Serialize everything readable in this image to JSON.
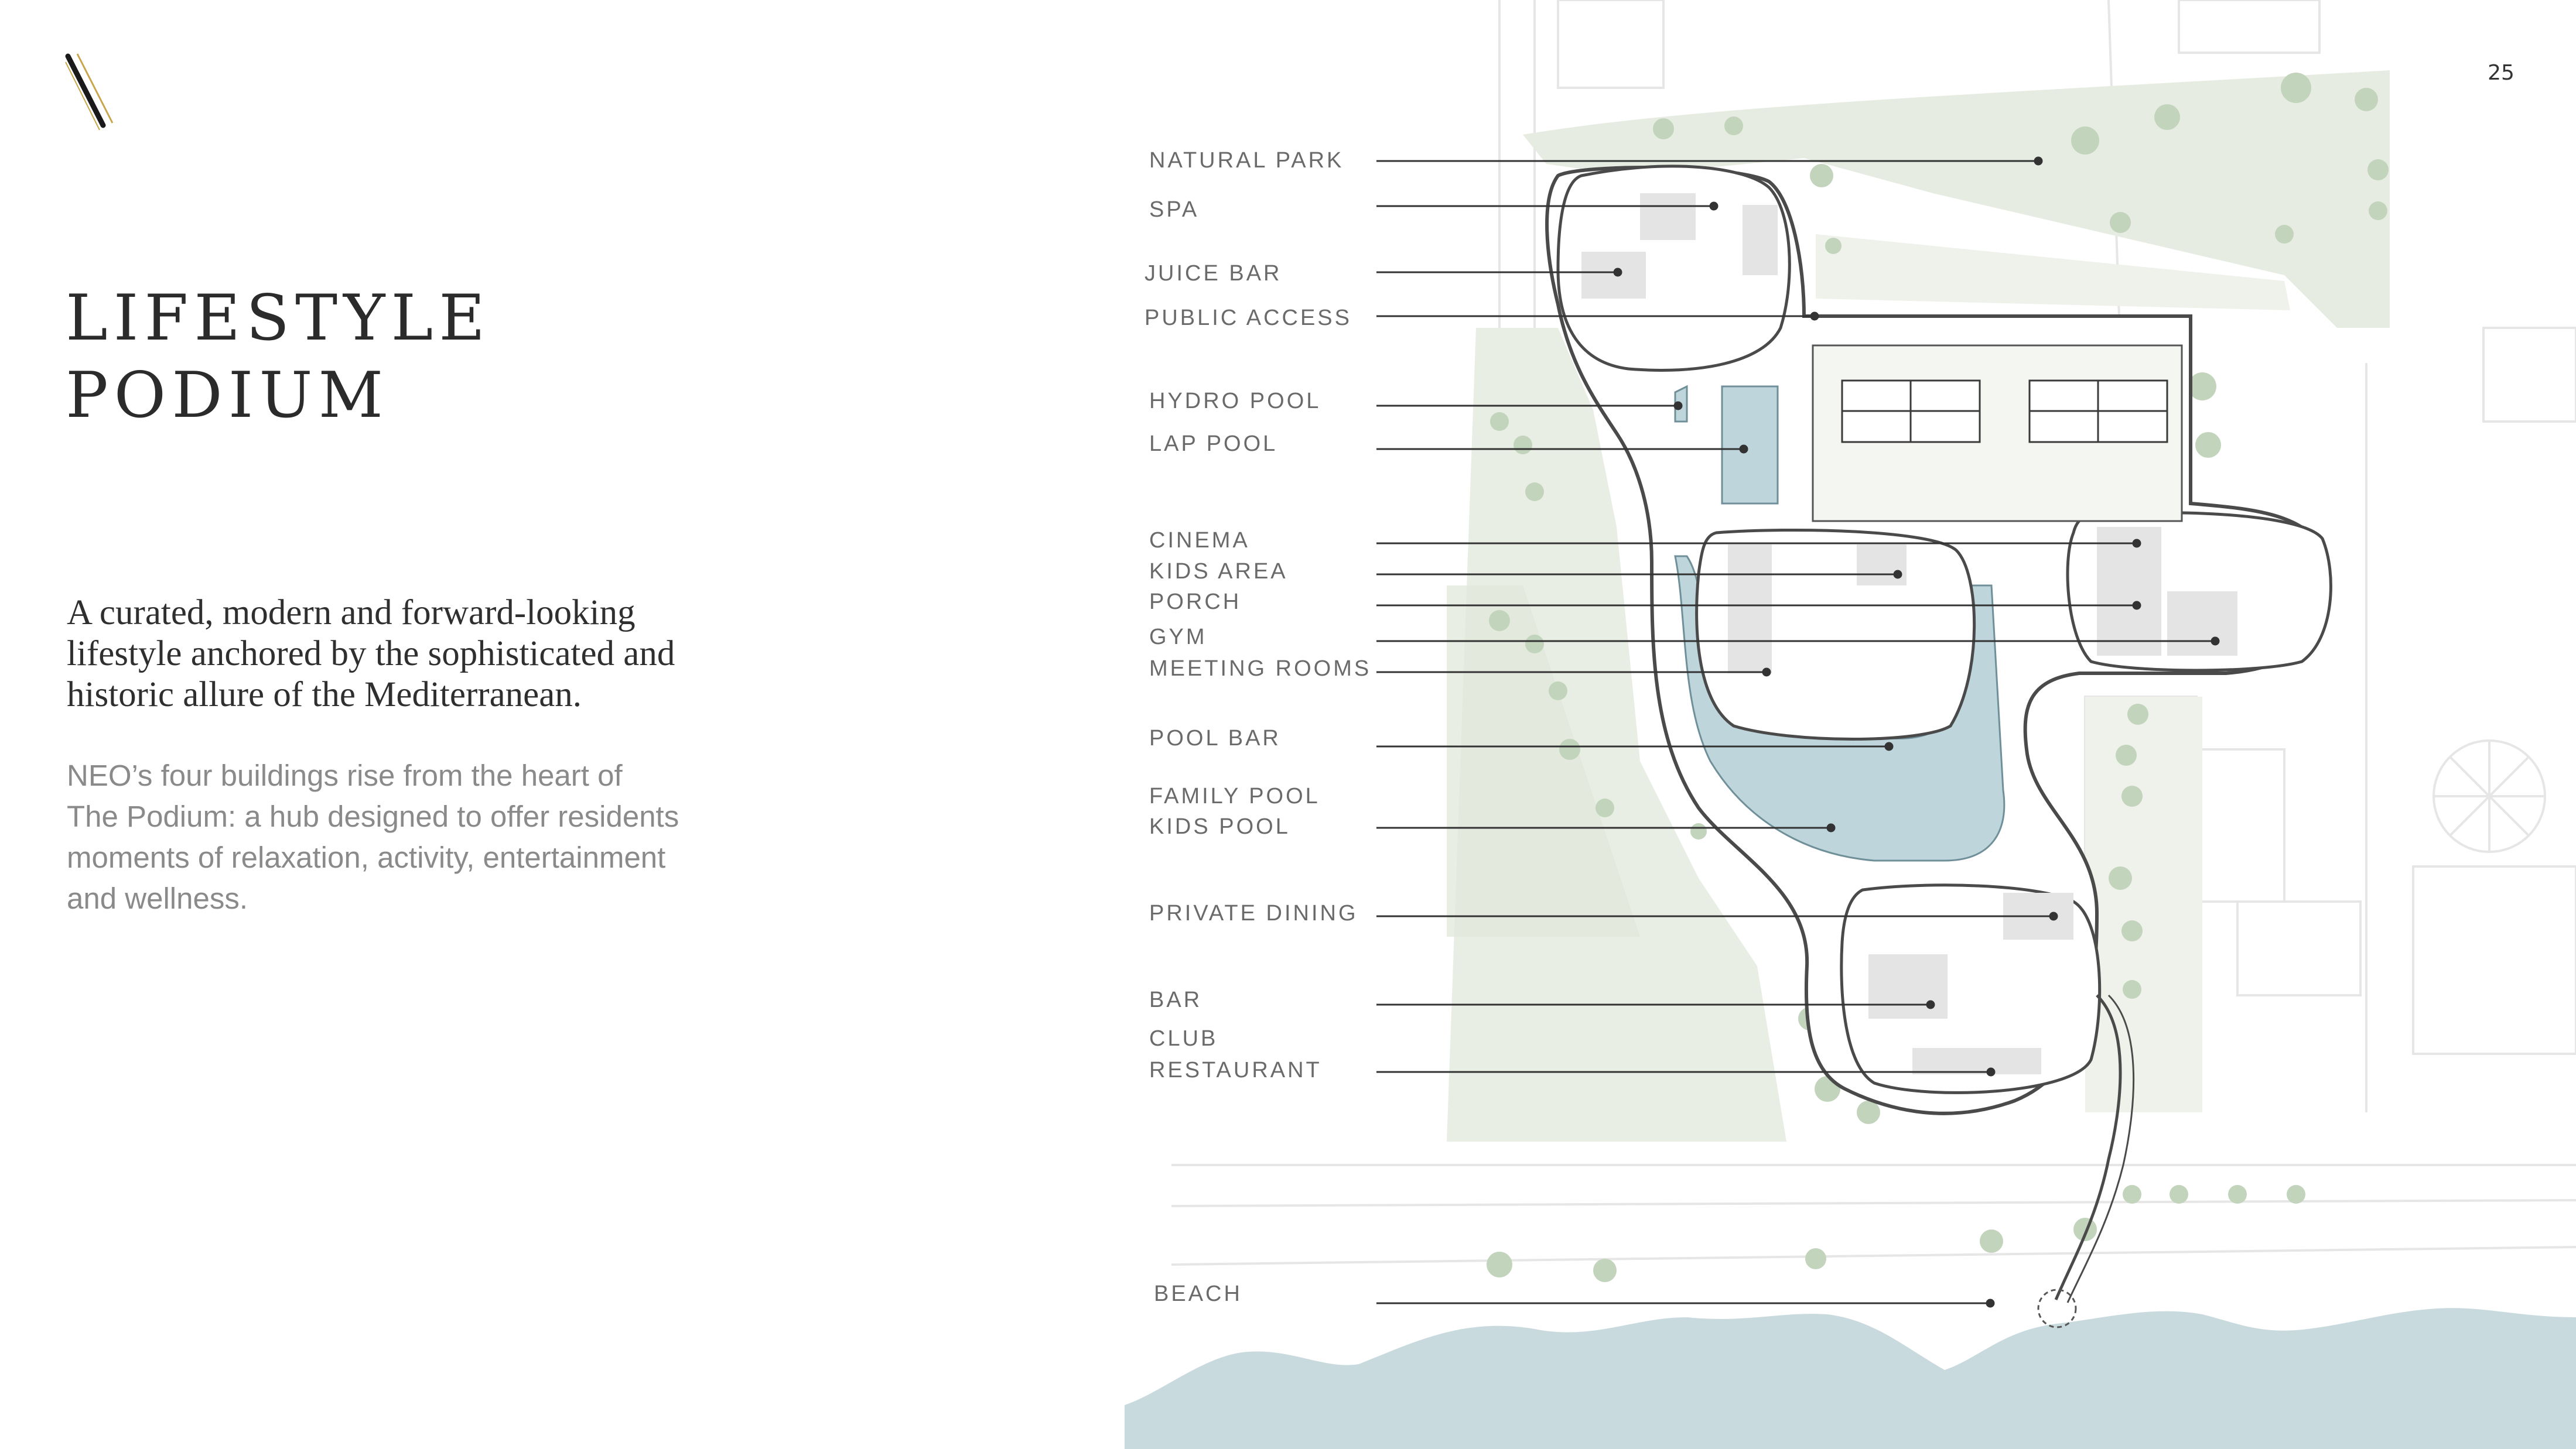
{
  "page_number": "25",
  "title_lines": [
    "LIFESTYLE",
    "PODIUM"
  ],
  "lead_lines": [
    "A curated, modern and forward-looking",
    "lifestyle anchored by the sophisticated and",
    "historic allure of the Mediterranean."
  ],
  "body_lines": [
    "NEO’s four buildings rise from the heart of",
    "The Podium: a hub designed to offer residents",
    "moments of relaxation, activity, entertainment",
    "and wellness."
  ],
  "callouts": [
    "NATURAL PARK",
    "SPA",
    "JUICE BAR",
    "PUBLIC ACCESS",
    "HYDRO POOL",
    "LAP POOL",
    "CINEMA",
    "KIDS AREA",
    "PORCH",
    "GYM",
    "MEETING ROOMS",
    "POOL BAR",
    "FAMILY POOL",
    "KIDS POOL",
    "PRIVATE DINING",
    "BAR",
    "CLUB",
    "RESTAURANT",
    "BEACH"
  ],
  "colors": {
    "text_dark": "#2b2b2b",
    "text_grey": "#8a8a8a",
    "label_grey": "#6a6a6a",
    "water": "#c9dade",
    "pool": "#bfd5dc",
    "greenery": "#dde6d6",
    "tree": "#b7ccb1",
    "building_fill": "#e4e4e4",
    "logo_gold": "#c9a64b"
  }
}
